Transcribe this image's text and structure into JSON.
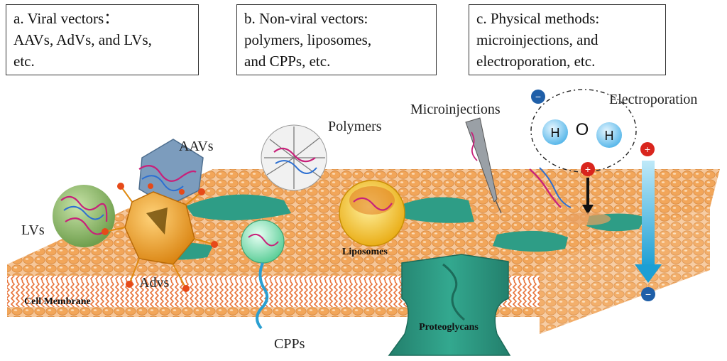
{
  "boxes": {
    "a": {
      "lines": [
        "a.  Viral vectors：",
        "AAVs, AdVs, and LVs,",
        "etc."
      ]
    },
    "b": {
      "lines": [
        "b.  Non-viral vectors:",
        "polymers, liposomes,",
        "and CPPs, etc."
      ]
    },
    "c": {
      "lines": [
        "c.  Physical methods:",
        "microinjections, and",
        "electroporation, etc."
      ]
    }
  },
  "labels": {
    "aavs": "AAVs",
    "lvs": "LVs",
    "advs": "Advs",
    "cell_membrane": "Cell Membrane",
    "polymers": "Polymers",
    "liposomes": "Liposomes",
    "cpps": "CPPs",
    "microinjections": "Microinjections",
    "electroporation": "Electroporation",
    "proteoglycans": "Proteoglycans"
  },
  "molecule": {
    "h_left": "H",
    "o": "O",
    "h_right": "H"
  },
  "charges": {
    "positive": "+",
    "negative": "−"
  },
  "colors": {
    "membrane": "#f2a65a",
    "membrane_dark": "#d9822b",
    "tail": "#e8743b",
    "proteoglycan": "#2e9d86",
    "lv": "#8fbf6a",
    "adv": "#f0a21c",
    "aav": "#6f8fb0",
    "liposome": "#f5c518",
    "cpp": "#a9e8c8",
    "arrow_field": "#34b4e0",
    "charge_red": "#d9251d",
    "charge_blue": "#1f5fa8"
  }
}
